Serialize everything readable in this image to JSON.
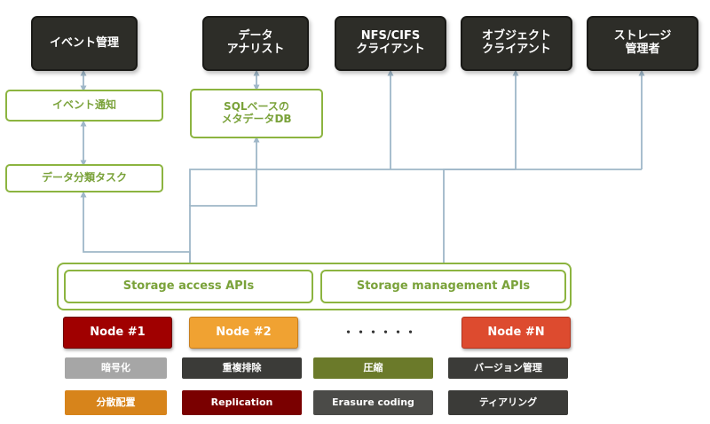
{
  "clients": {
    "event_mgmt": "イベント管理",
    "data_analyst": "データ\nアナリスト",
    "nfs_client": "NFS/CIFS\nクライアント",
    "object_client": "オブジェクト\nクライアント",
    "storage_admin": "ストレージ\n管理者"
  },
  "services": {
    "event_notify": "イベント通知",
    "data_classify": "データ分類タスク",
    "sql_metadata_db": "SQLベースの\nメタデータDB"
  },
  "apis": {
    "access": "Storage access APIs",
    "management": "Storage management APIs"
  },
  "nodes": {
    "node1": "Node #1",
    "node2": "Node #2",
    "ellipsis": "・・・・・・",
    "nodeN": "Node #N"
  },
  "features": {
    "encryption": "暗号化",
    "dedup": "重複排除",
    "compression": "圧縮",
    "versioning": "バージョン管理",
    "distributed_placement": "分散配置",
    "replication": "Replication",
    "erasure_coding": "Erasure coding",
    "tiering": "ティアリング"
  },
  "colors": {
    "client_dark": "#2d2d28",
    "green": "#8cb440",
    "node1": "#a00000",
    "node2": "#f0a232",
    "nodeN": "#dd4b2f",
    "line": "#9fb7c8"
  }
}
